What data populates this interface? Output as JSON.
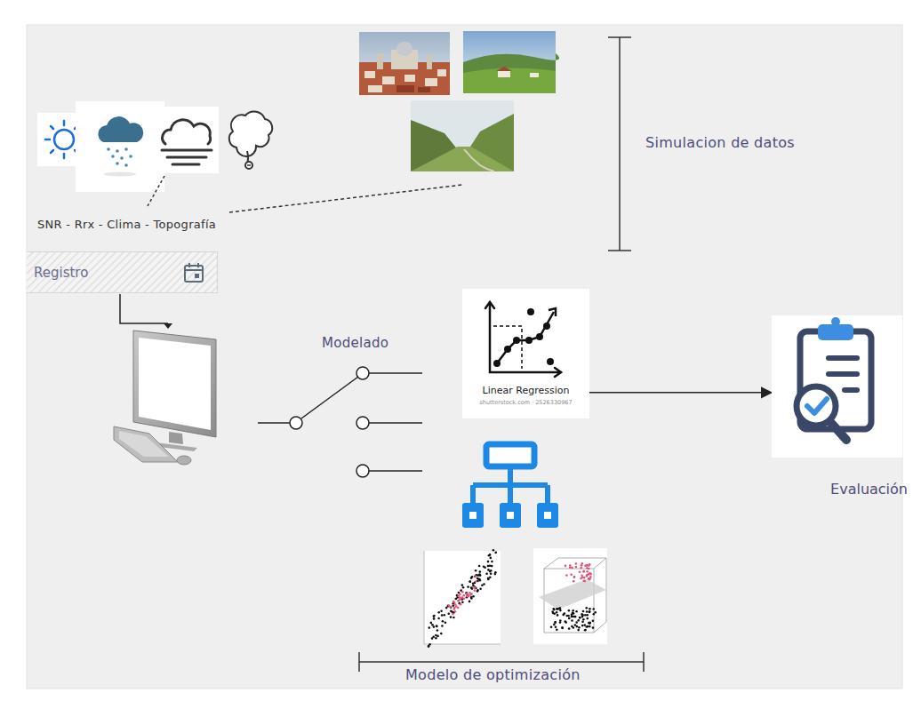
{
  "diagram": {
    "nodes": [
      {
        "text": [
          "Registro"
        ]
      },
      {
        "text": [
          "Linear Regression",
          "shutterstock.com · 2526330967"
        ]
      },
      {
        "text": [
          "Evaluación"
        ]
      }
    ],
    "edges": [
      {
        "from": 1,
        "to": 2,
        "arrow": "to"
      }
    ],
    "labels": [
      "SNR - Rrx - Clima - Topografía",
      "Simulacion de datos",
      "Modelado",
      "Modelo de optimización"
    ]
  }
}
